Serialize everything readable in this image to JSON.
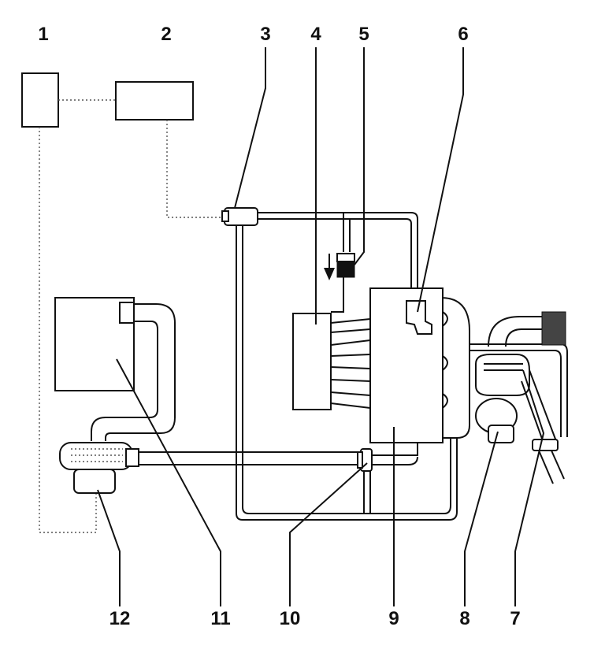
{
  "callouts": {
    "c1": "1",
    "c2": "2",
    "c3": "3",
    "c4": "4",
    "c5": "5",
    "c6": "6",
    "c7": "7",
    "c8": "8",
    "c9": "9",
    "c10": "10",
    "c11": "11",
    "c12": "12"
  },
  "colors": {
    "line": "#111111",
    "background": "#ffffff"
  }
}
